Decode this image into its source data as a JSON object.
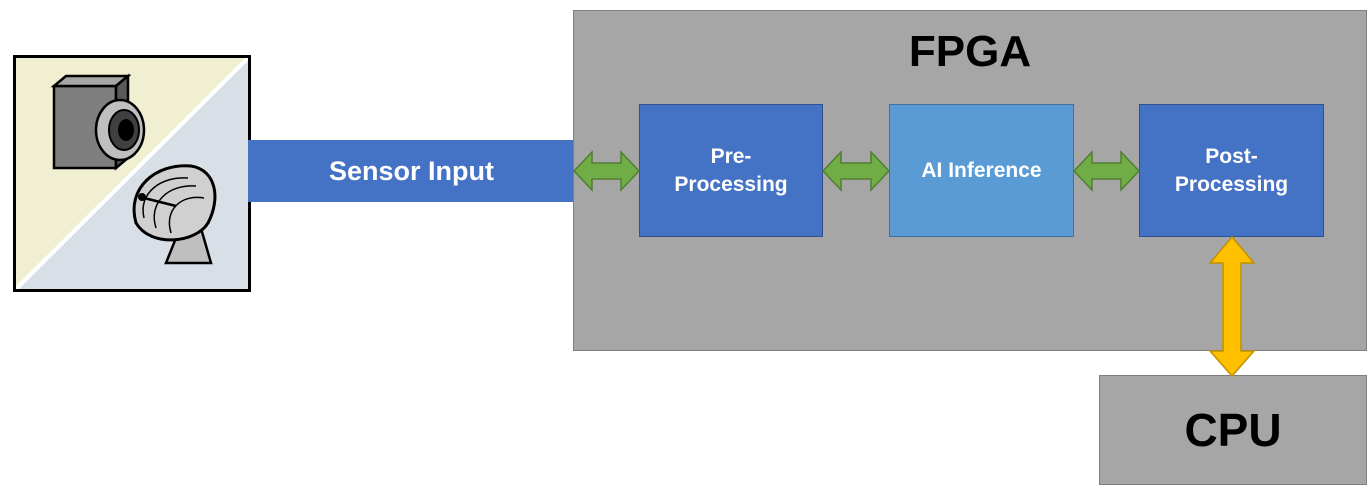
{
  "sensor": {
    "label": "Sensor Input"
  },
  "fpga": {
    "title": "FPGA",
    "blocks": [
      {
        "line1": "Pre-",
        "line2": "Processing"
      },
      {
        "line1": "AI Inference",
        "line2": ""
      },
      {
        "line1": "Post-",
        "line2": "Processing"
      }
    ]
  },
  "cpu": {
    "title": "CPU"
  },
  "colors": {
    "block_dark": "#4472c4",
    "block_light": "#5b9bd5",
    "container_gray": "#a6a6a6",
    "arrow_green": "#70ad47",
    "arrow_yellow": "#ffc000"
  },
  "icons": [
    "camera-icon",
    "satellite-dish-icon"
  ]
}
